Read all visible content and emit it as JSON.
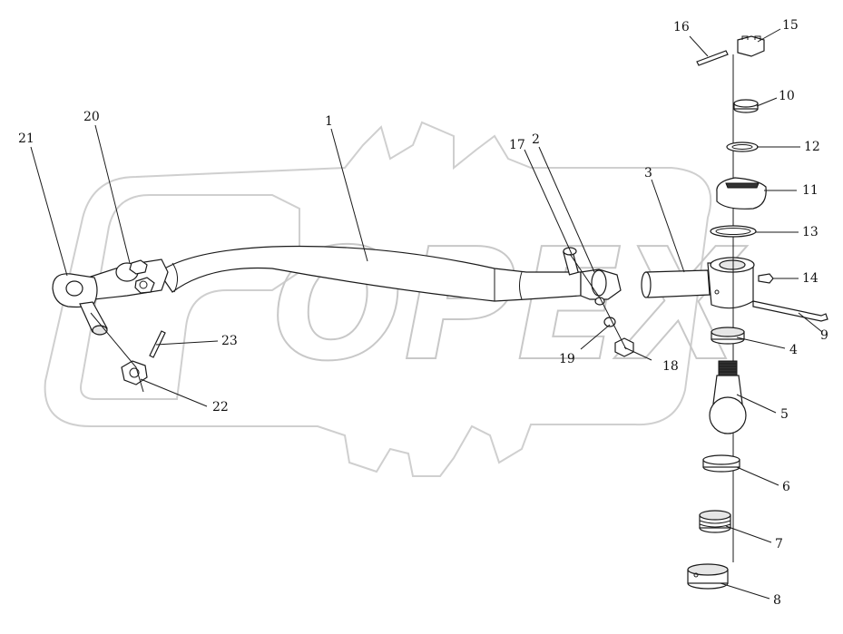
{
  "watermark": {
    "text": "OPEX"
  },
  "callouts": [
    {
      "id": "c1",
      "label": "1"
    },
    {
      "id": "c2",
      "label": "2"
    },
    {
      "id": "c3",
      "label": "3"
    },
    {
      "id": "c4",
      "label": "4"
    },
    {
      "id": "c5",
      "label": "5"
    },
    {
      "id": "c6",
      "label": "6"
    },
    {
      "id": "c7",
      "label": "7"
    },
    {
      "id": "c8",
      "label": "8"
    },
    {
      "id": "c9",
      "label": "9"
    },
    {
      "id": "c10",
      "label": "10"
    },
    {
      "id": "c11",
      "label": "11"
    },
    {
      "id": "c12",
      "label": "12"
    },
    {
      "id": "c13",
      "label": "13"
    },
    {
      "id": "c14",
      "label": "14"
    },
    {
      "id": "c15",
      "label": "15"
    },
    {
      "id": "c16",
      "label": "16"
    },
    {
      "id": "c17",
      "label": "17"
    },
    {
      "id": "c18",
      "label": "18"
    },
    {
      "id": "c19",
      "label": "19"
    },
    {
      "id": "c20",
      "label": "20"
    },
    {
      "id": "c21",
      "label": "21"
    },
    {
      "id": "c22",
      "label": "22"
    },
    {
      "id": "c23",
      "label": "23"
    }
  ]
}
